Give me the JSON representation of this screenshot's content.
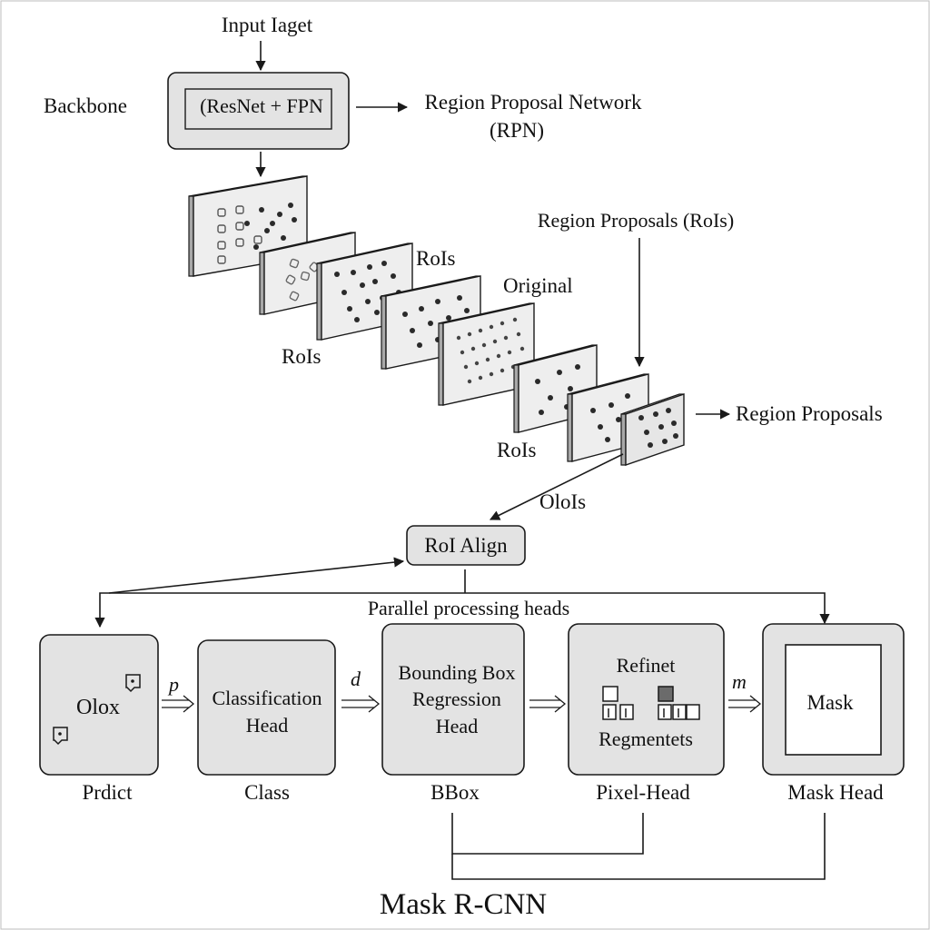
{
  "input_label": "Input Iaget",
  "backbone": {
    "side_label": "Backbone",
    "box_label": "(ResNet + FPN",
    "rpn_line1": "Region Proposal Network",
    "rpn_line2": "(RPN)"
  },
  "feature_maps": {
    "label_rois_1": "RoIs",
    "label_rois_2": "RoIs",
    "label_original": "Original",
    "label_rois_3": "RoIs",
    "region_proposals_rois": "Region Proposals (RoIs)",
    "region_proposals": "Region Proposals",
    "oloIs": "OloIs"
  },
  "roi_align": {
    "label": "RoI Align"
  },
  "parallel_label": "Parallel processing heads",
  "heads": [
    {
      "line1": "Olox",
      "line2": "",
      "line3": "",
      "caption": "Prdict"
    },
    {
      "line1": "Classification",
      "line2": "Head",
      "line3": "",
      "caption": "Class"
    },
    {
      "line1": "Bounding Box",
      "line2": "Regression",
      "line3": "Head",
      "caption": "BBox"
    },
    {
      "line1": "Refinet",
      "line2": "Regmentets",
      "line3": "",
      "caption": "Pixel-Head"
    },
    {
      "line1": "Mask",
      "line2": "",
      "line3": "",
      "caption": "Mask Head"
    }
  ],
  "arrow_labels": {
    "p": "p",
    "d": "d",
    "m": "m"
  },
  "title": "Mask R-CNN",
  "colors": {
    "box_fill": "#e3e3e3",
    "line": "#1a1a1a",
    "dot": "#2a2a2a"
  }
}
